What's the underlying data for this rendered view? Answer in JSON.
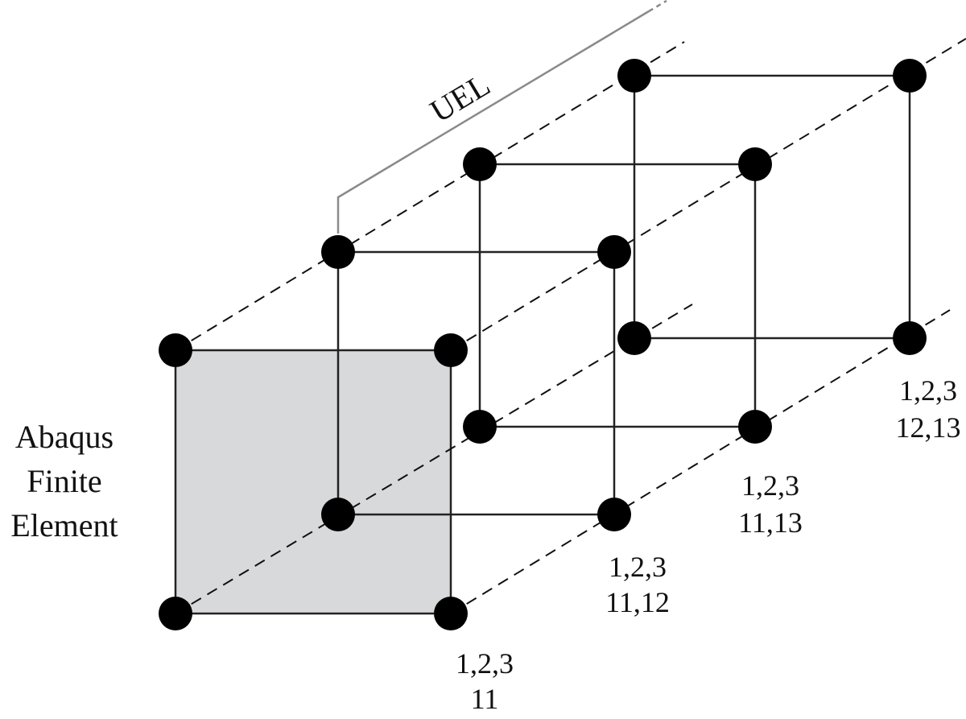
{
  "diagram": {
    "uel_label": "UEL",
    "element_label": {
      "line1": "Abaqus",
      "line2": "Finite",
      "line3": "Element"
    },
    "dof_labels": [
      {
        "line1": "1,2,3",
        "line2": "11"
      },
      {
        "line1": "1,2,3",
        "line2": "11,12"
      },
      {
        "line1": "1,2,3",
        "line2": "11,13"
      },
      {
        "line1": "1,2,3",
        "line2": "12,13"
      }
    ]
  },
  "colors": {
    "node": "#000000",
    "edge": "#222222",
    "uel_bracket": "#8a8a8a",
    "element_fill": "#d8d9db"
  }
}
